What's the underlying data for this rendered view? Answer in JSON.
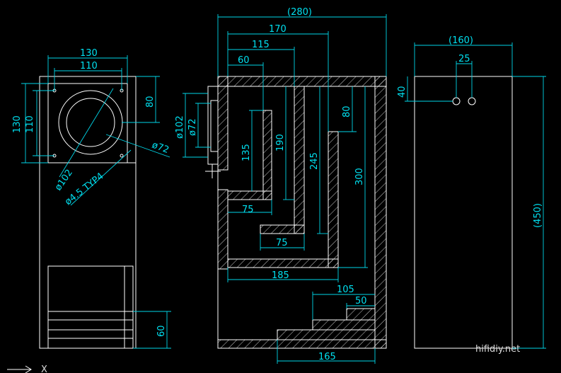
{
  "front_view": {
    "overall_width": "130",
    "inner_width": "110",
    "overall_height": "130",
    "inner_height": "110",
    "driver_offset": "80",
    "driver_dia_outer": "ø102",
    "driver_dia_inner": "ø72",
    "hole_spec": "ø4.5 TYP4",
    "port_height": "60"
  },
  "section_view": {
    "overall_depth": "(280)",
    "dim_170": "170",
    "dim_115": "115",
    "dim_60": "60",
    "dim_dia102": "ø102",
    "dim_dia72": "ø72",
    "dim_135": "135",
    "dim_190": "190",
    "dim_245": "245",
    "dim_300": "300",
    "dim_80": "80",
    "dim_75_upper": "75",
    "dim_75_lower": "75",
    "dim_185": "185",
    "dim_105": "105",
    "dim_50": "50",
    "dim_165": "165"
  },
  "side_view": {
    "overall_width": "(160)",
    "terminal_spacing": "25",
    "terminal_height": "40",
    "overall_height": "(450)"
  },
  "watermark": "hifidiy.net",
  "axis_label": "X"
}
